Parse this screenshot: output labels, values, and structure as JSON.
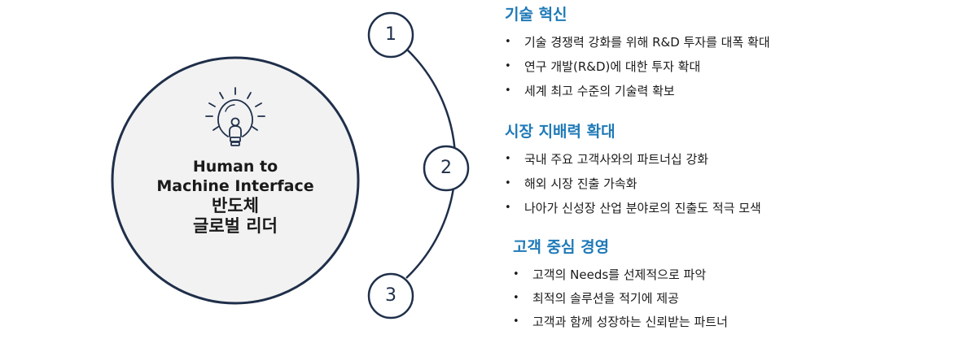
{
  "center": {
    "line1": "Human to",
    "line2": "Machine Interface",
    "line3": "반도체",
    "line4": "글로벌 리더"
  },
  "steps": [
    {
      "number": "1",
      "title": "기술 혁신",
      "items": [
        "기술 경쟁력 강화를 위해 R&D 투자를 대폭 확대",
        "연구 개발(R&D)에 대한 투자 확대",
        "세계 최고 수준의 기술력 확보"
      ]
    },
    {
      "number": "2",
      "title": "시장 지배력 확대",
      "items": [
        "국내 주요 고객사와의 파트너십 강화",
        "해외 시장 진출 가속화",
        "나아가 신성장 산업 분야로의 진출도 적극 모색"
      ]
    },
    {
      "number": "3",
      "title": "고객 중심 경영",
      "items": [
        "고객의 Needs를 선제적으로 파악",
        "최적의 솔루션을 적기에 제공",
        "고객과 함께 성장하는 신뢰받는 파트너"
      ]
    }
  ],
  "bullet": "•",
  "colors": {
    "heading": "#1f7ab8",
    "outline": "#1f2f4a",
    "center_fill": "#f2f2f2",
    "center_stroke": "#1f2f4a"
  },
  "icon": "lightbulb-person-icon"
}
